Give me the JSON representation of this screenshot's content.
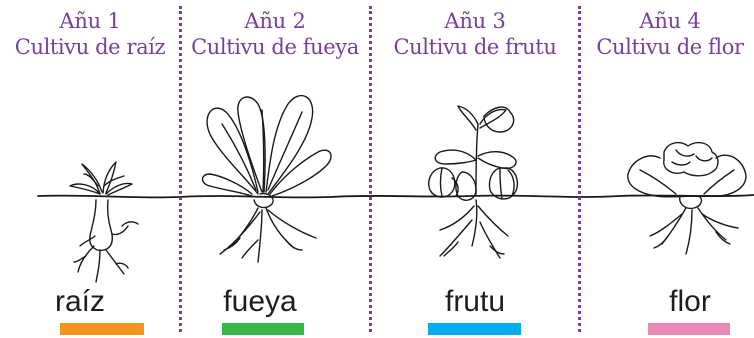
{
  "columns": [
    {
      "year": "Añu 1",
      "crop": "Cultivu de raíz",
      "part": "raíz",
      "color": "#f7941d",
      "plant_icon": "root-vegetable-plant-icon"
    },
    {
      "year": "Añu 2",
      "crop": "Cultivu de fueya",
      "part": "fueya",
      "color": "#39b54a",
      "plant_icon": "leafy-plant-icon"
    },
    {
      "year": "Añu 3",
      "crop": "Cultivu de frutu",
      "part": "frutu",
      "color": "#00aeef",
      "plant_icon": "fruiting-plant-icon"
    },
    {
      "year": "Añu 4",
      "crop": "Cultivu de flor",
      "part": "flor",
      "color": "#e78ab8",
      "plant_icon": "flowering-plant-icon"
    }
  ],
  "divider_color": "#7b3f98",
  "text_color": "#7b3f98"
}
